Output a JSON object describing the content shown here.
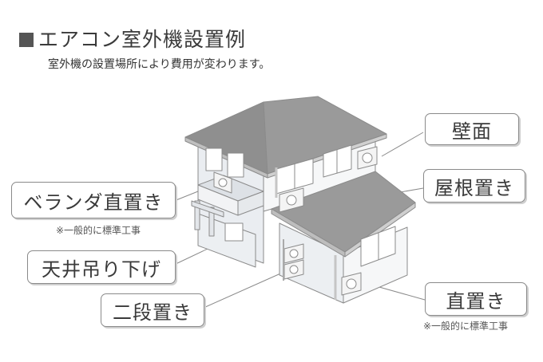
{
  "title": "エアコン室外機設置例",
  "subtitle": "室外機の設置場所により費用が変わります。",
  "callouts": {
    "wall": "壁面",
    "roof": "屋根置き",
    "veranda": "ベランダ直置き",
    "veranda_note": "※一般的に標準工事",
    "ceiling": "天井吊り下げ",
    "two_tier": "二段置き",
    "ground": "直置き",
    "ground_note": "※一般的に標準工事"
  }
}
